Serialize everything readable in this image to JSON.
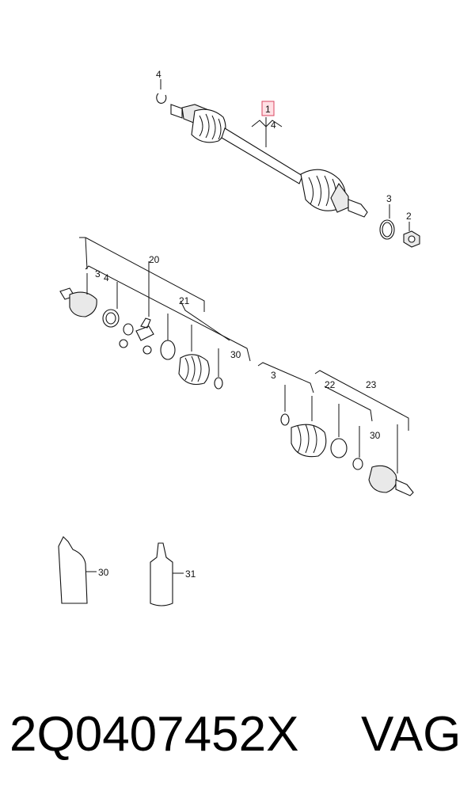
{
  "diagram": {
    "labels": {
      "l_4a": "4",
      "l_1": "1",
      "l_4b": "4",
      "l_3a": "3",
      "l_2": "2",
      "l_20": "20",
      "l_3b": "3",
      "l_4c": "4",
      "l_21": "21",
      "l_30a": "30",
      "l_3c": "3",
      "l_22": "22",
      "l_23": "23",
      "l_30b": "30",
      "l_30c": "30",
      "l_31": "31"
    },
    "highlight_color": "#d9455f"
  },
  "caption": {
    "part_number": "2Q0407452X",
    "brand": "VAG"
  }
}
